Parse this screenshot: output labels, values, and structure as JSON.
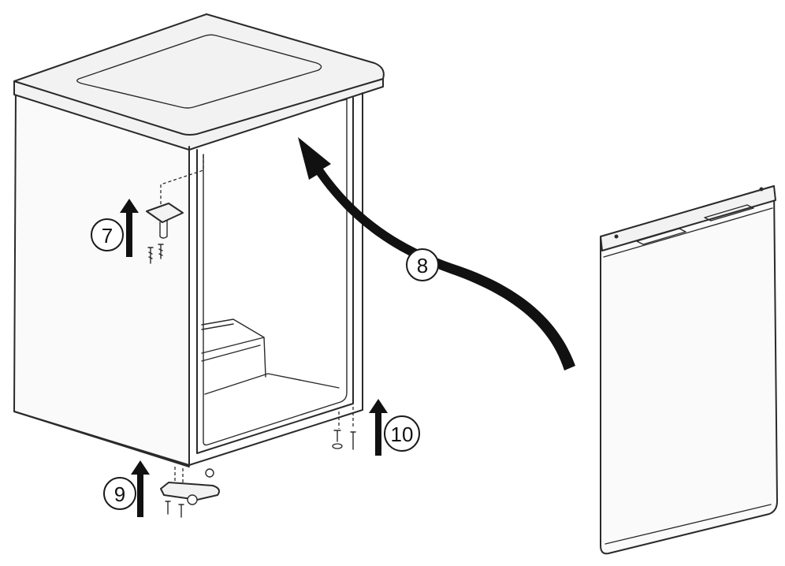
{
  "callouts": {
    "step7": "7",
    "step8": "8",
    "step9": "9",
    "step10": "10"
  },
  "colors": {
    "line": "#2a2a2a",
    "arrow": "#111111",
    "background": "#ffffff"
  }
}
